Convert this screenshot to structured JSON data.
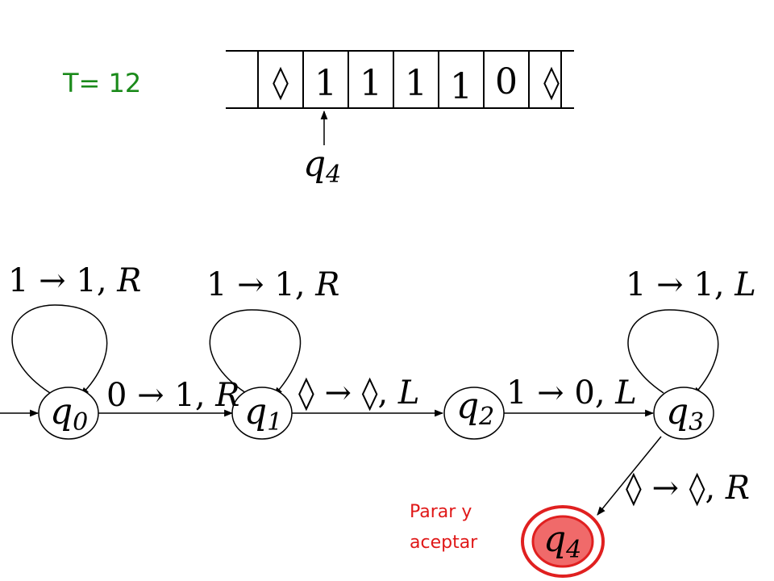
{
  "time_label": "T= 12",
  "tape": {
    "cells": [
      "",
      "◊",
      "1",
      "1",
      "1",
      "1",
      "0",
      "◊"
    ],
    "head_cell_index": 2,
    "head_state": {
      "base": "q",
      "sub": "4"
    }
  },
  "states": [
    {
      "id": "q0",
      "base": "q",
      "sub": "0"
    },
    {
      "id": "q1",
      "base": "q",
      "sub": "1"
    },
    {
      "id": "q2",
      "base": "q",
      "sub": "2"
    },
    {
      "id": "q3",
      "base": "q",
      "sub": "3"
    },
    {
      "id": "q4",
      "base": "q",
      "sub": "4",
      "accepting": true
    }
  ],
  "transitions": [
    {
      "from": "q0",
      "to": "q0",
      "read": "1",
      "write": "1",
      "move": "R"
    },
    {
      "from": "q0",
      "to": "q1",
      "read": "0",
      "write": "1",
      "move": "R"
    },
    {
      "from": "q1",
      "to": "q1",
      "read": "1",
      "write": "1",
      "move": "R"
    },
    {
      "from": "q1",
      "to": "q2",
      "read": "◊",
      "write": "◊",
      "move": "L"
    },
    {
      "from": "q2",
      "to": "q3",
      "read": "1",
      "write": "0",
      "move": "L"
    },
    {
      "from": "q3",
      "to": "q3",
      "read": "1",
      "write": "1",
      "move": "L"
    },
    {
      "from": "q3",
      "to": "q4",
      "read": "◊",
      "write": "◊",
      "move": "R"
    }
  ],
  "accept_note": {
    "line1": "Parar y",
    "line2": "aceptar"
  },
  "colors": {
    "time_label": "#1a8a1a",
    "note": "#e01818",
    "accept_fill": "#f06a6a",
    "accept_ring": "#e02020"
  }
}
